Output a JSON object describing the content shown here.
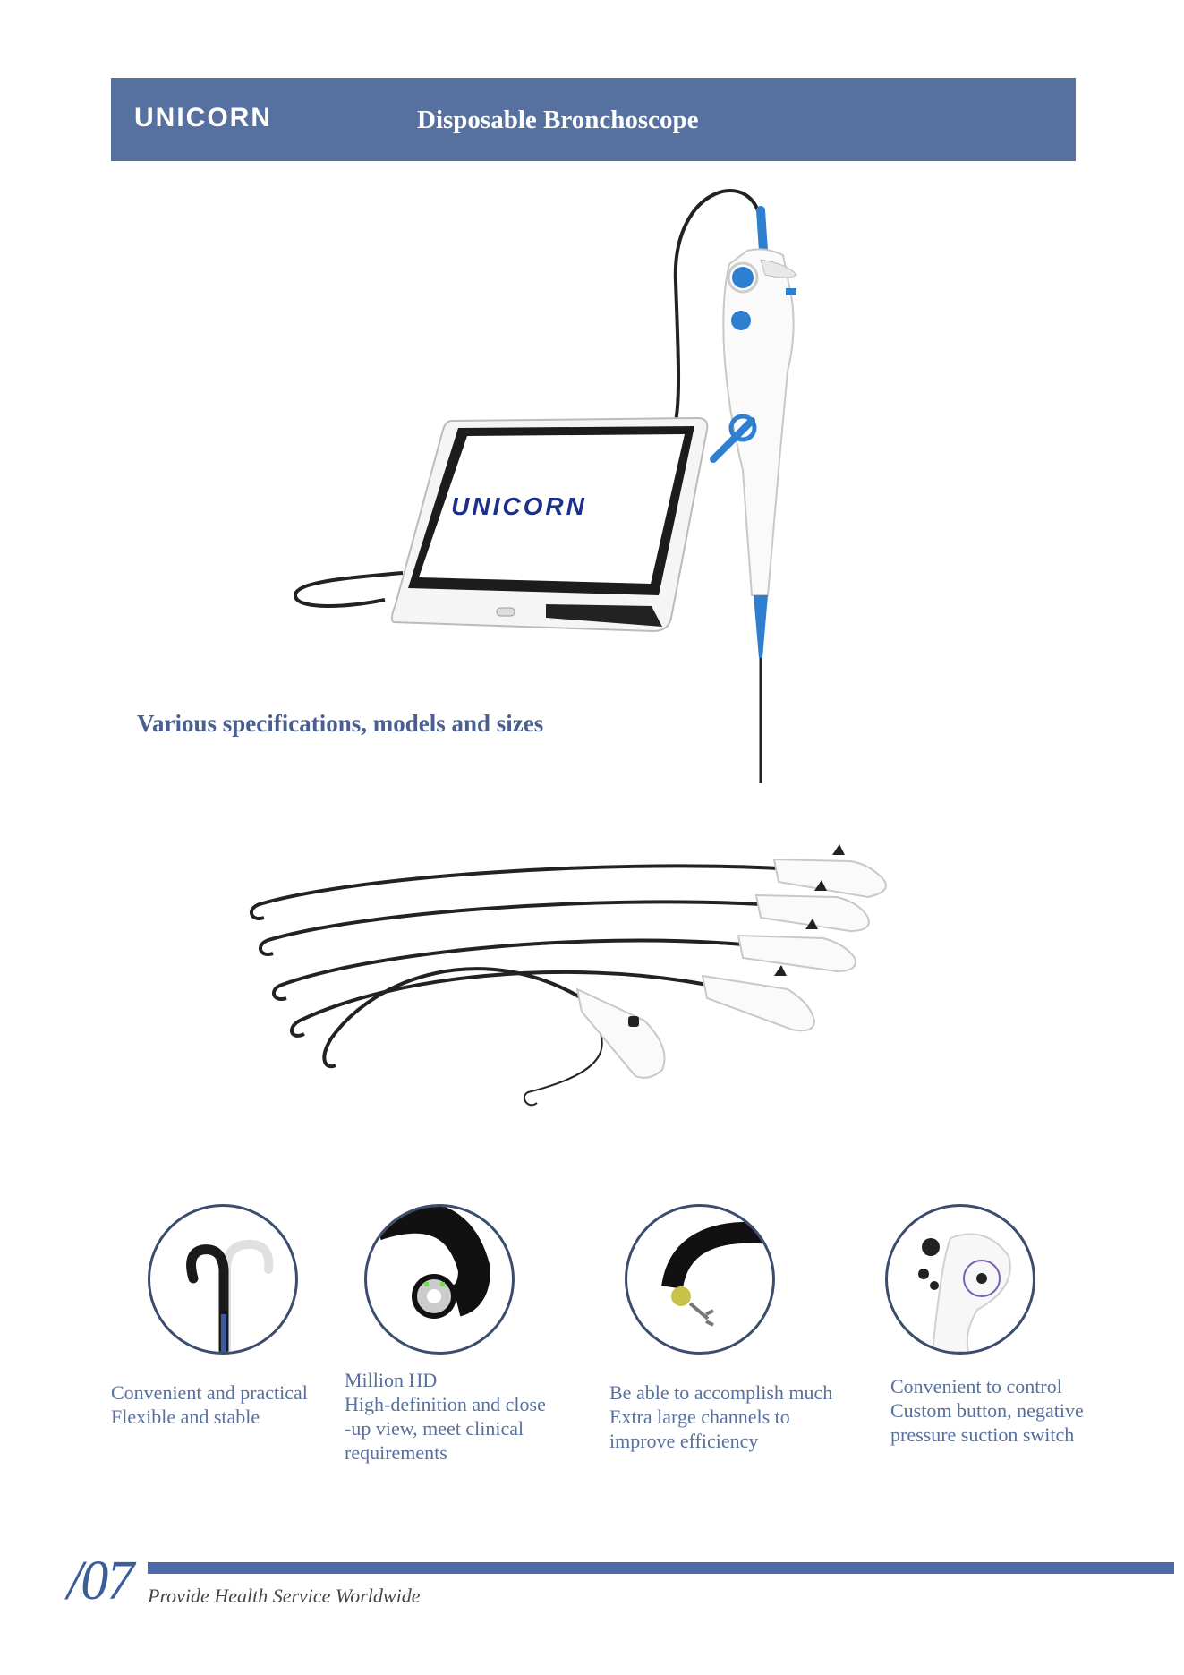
{
  "header": {
    "logo_text": "UNICORN",
    "title": "Disposable Bronchoscope"
  },
  "hero": {
    "screen_logo_text": "UNICORN"
  },
  "subheading": "Various specifications, models and sizes",
  "features": [
    {
      "icon": "bent-tip-icon",
      "lines": [
        "Convenient and practical",
        "Flexible and stable"
      ]
    },
    {
      "icon": "hd-camera-tip-icon",
      "lines": [
        "Million HD",
        "High-definition and close",
        "-up view, meet clinical",
        "requirements"
      ]
    },
    {
      "icon": "forceps-channel-icon",
      "lines": [
        "Be able to accomplish much",
        "Extra large channels to",
        "improve efficiency"
      ]
    },
    {
      "icon": "control-handle-icon",
      "lines": [
        "Convenient to control",
        "Custom button, negative",
        "pressure suction switch"
      ]
    }
  ],
  "footer": {
    "page_number": "/07",
    "tagline": "Provide Health Service Worldwide"
  },
  "colors": {
    "header": "#56709f",
    "accent_blue": "#2f7fd0",
    "text_blue": "#56709f",
    "footer_bar": "#4a6aa8"
  }
}
